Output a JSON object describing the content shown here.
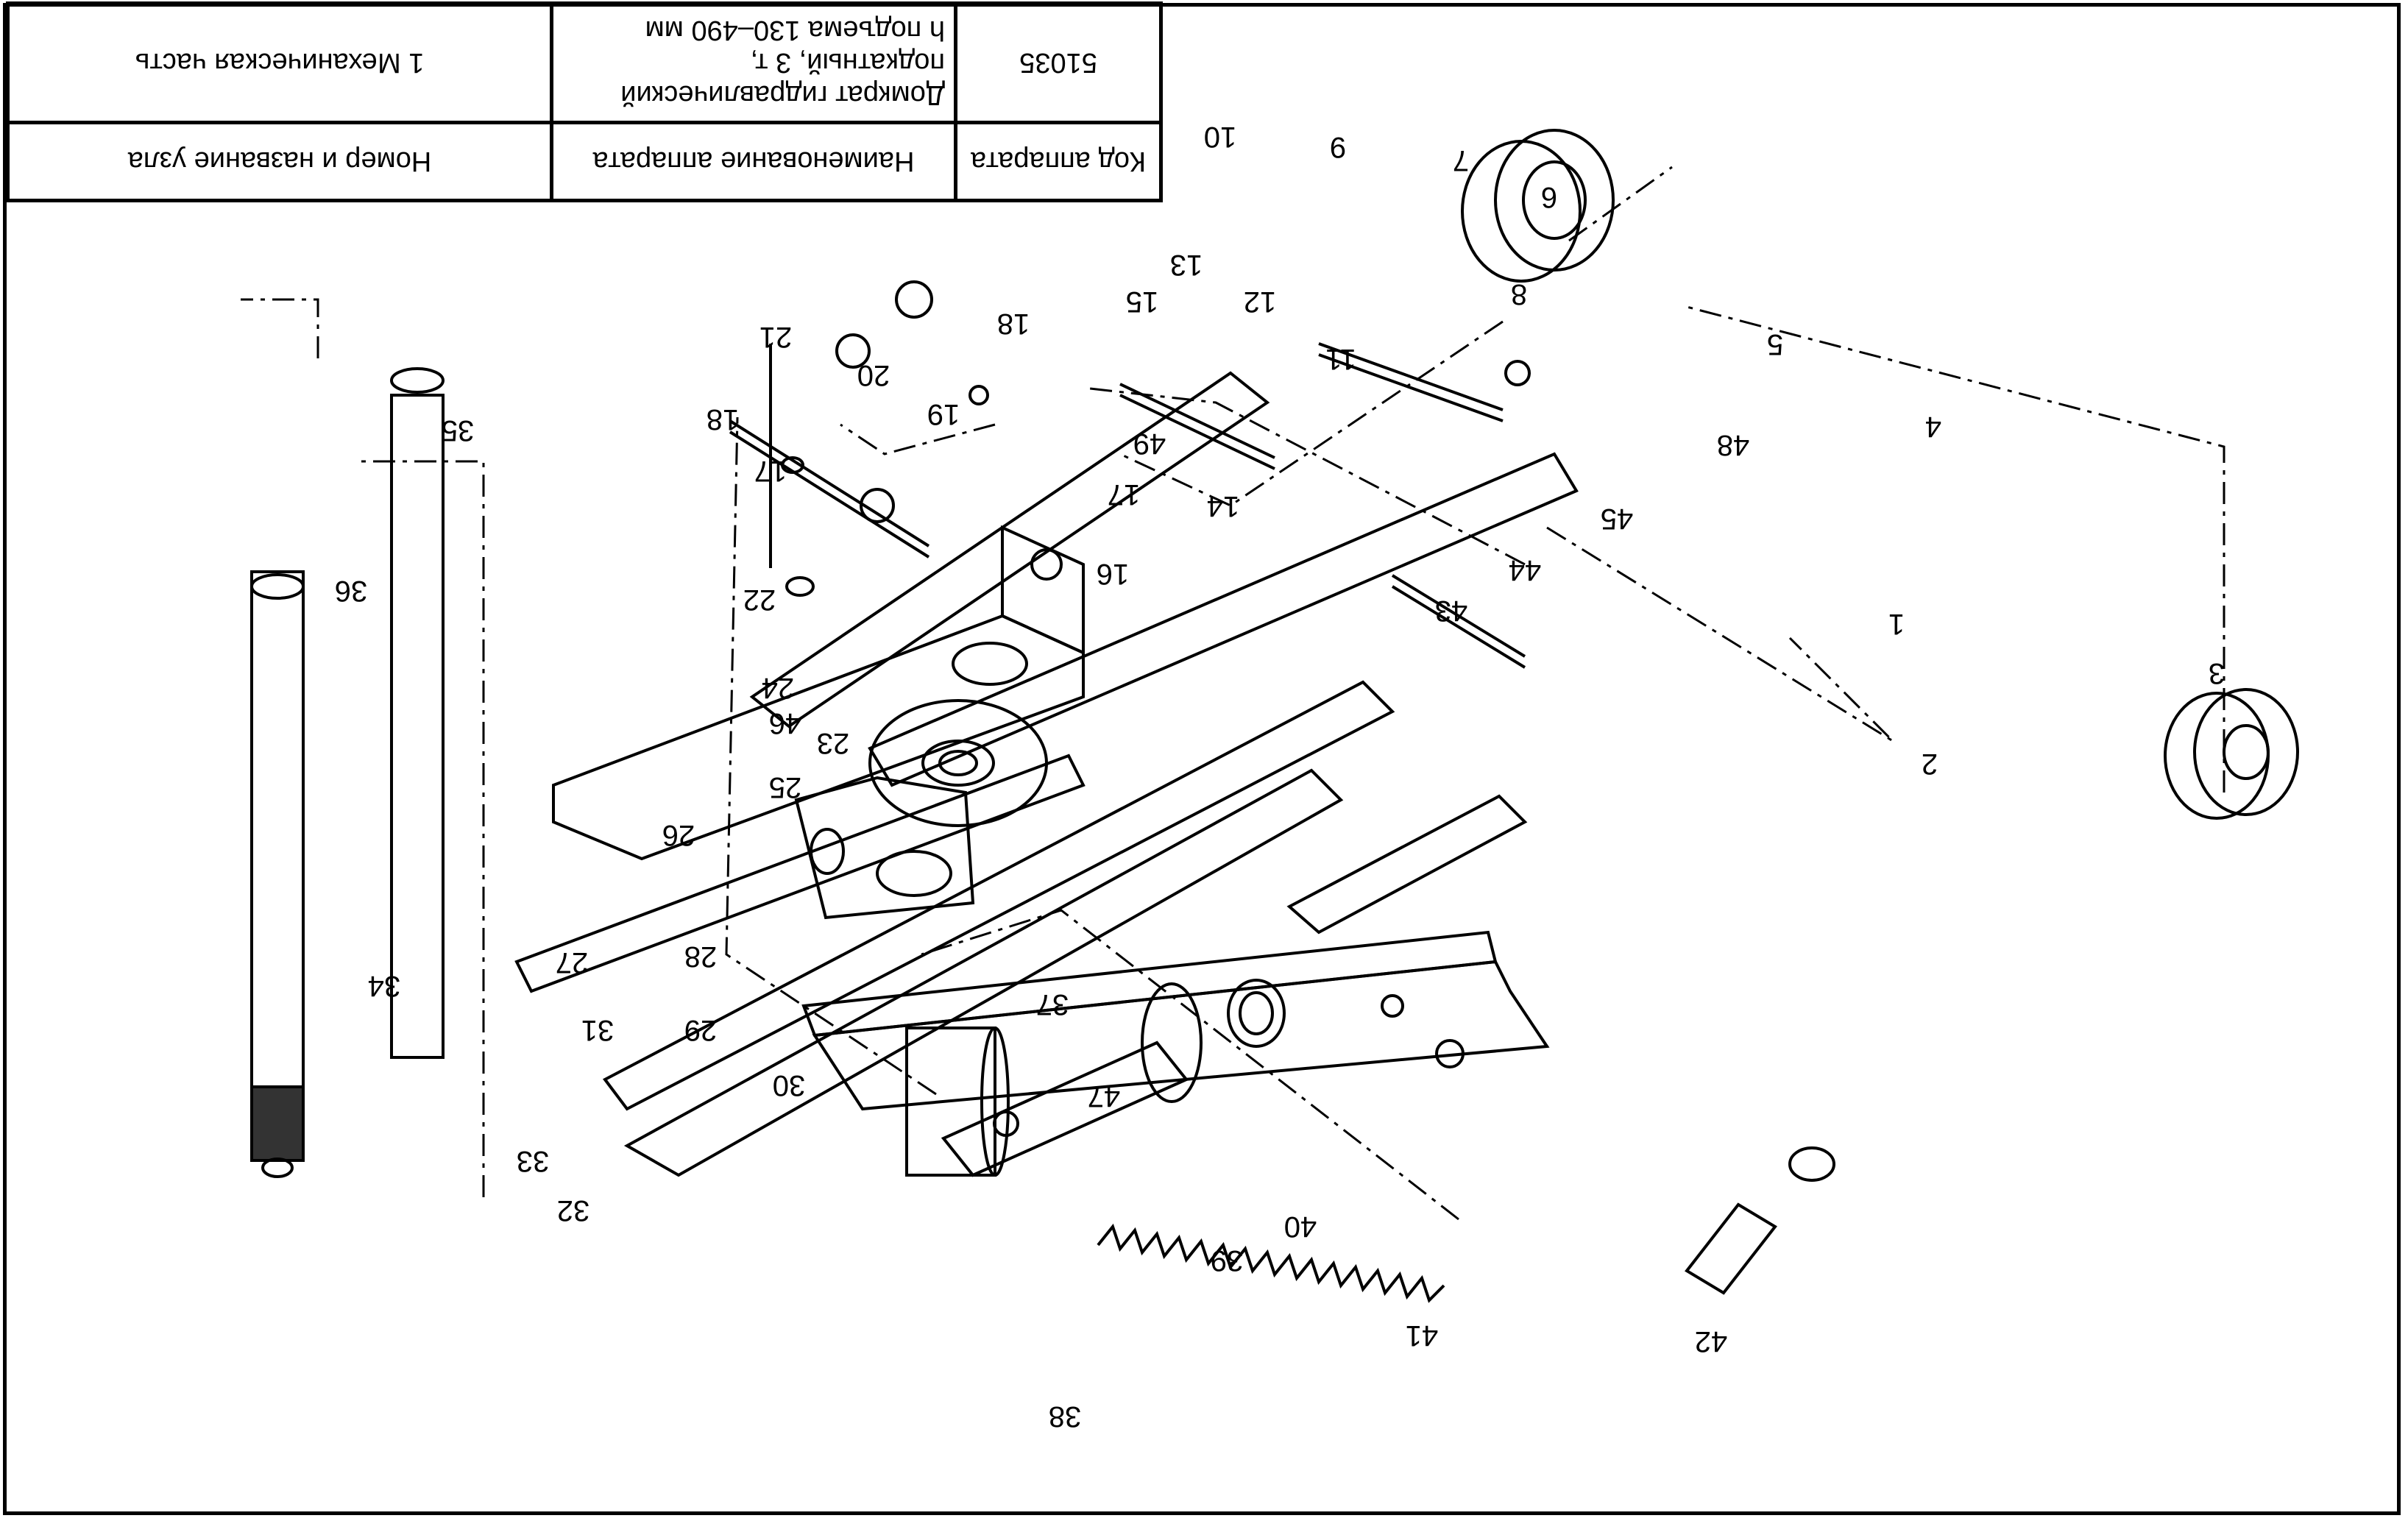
{
  "title_block": {
    "col1_header": "Код аппарата",
    "col2_header": "Наименование аппарата",
    "col3_header": "Номер и название узла",
    "col1_value": "51035",
    "col2_value_line1": "Домкрат гидравлический",
    "col2_value_line2": "подкатный, 3 т,",
    "col2_value_line3": "h подъема 130–490 мм",
    "col3_value": "1 Механическая часть"
  },
  "callouts": [
    "1",
    "2",
    "3",
    "4",
    "5",
    "6",
    "7",
    "8",
    "9",
    "10",
    "11",
    "12",
    "13",
    "14",
    "15",
    "16",
    "17",
    "17",
    "18",
    "18",
    "19",
    "20",
    "21",
    "22",
    "23",
    "24",
    "25",
    "26",
    "27",
    "28",
    "29",
    "30",
    "31",
    "32",
    "33",
    "34",
    "35",
    "36",
    "37",
    "38",
    "39",
    "40",
    "41",
    "42",
    "43",
    "44",
    "45",
    "46",
    "47",
    "48",
    "49"
  ]
}
